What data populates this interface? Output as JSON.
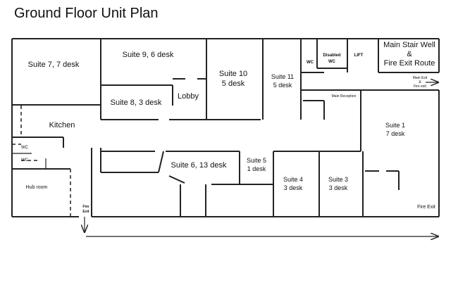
{
  "title": "Ground Floor Unit Plan",
  "rooms": {
    "suite7": [
      "Suite 7, 7 desk"
    ],
    "suite9": [
      "Suite 9, 6 desk"
    ],
    "suite10": [
      "Suite 10",
      "5 desk"
    ],
    "suite11": [
      "Suite 11",
      "5 desk"
    ],
    "wc_top": [
      "WC"
    ],
    "disabled_wc": [
      "Disabled",
      "WC"
    ],
    "lift": [
      "LIFT"
    ],
    "stair": [
      "Main Stair Well",
      "&",
      "Fire Exit Route"
    ],
    "main_exit": [
      "Main Exit",
      "&",
      "Fire exit"
    ],
    "suite8": [
      "Suite 8, 3 desk"
    ],
    "lobby": [
      "Lobby"
    ],
    "main_reception": [
      "Main Reception"
    ],
    "kitchen": [
      "Kitchen"
    ],
    "suite1": [
      "Suite 1",
      "7 desk"
    ],
    "wc_left_1": [
      "WC"
    ],
    "wc_left_2": [
      "WC"
    ],
    "suite6": [
      "Suite 6, 13 desk"
    ],
    "suite5": [
      "Suite 5",
      "1 desk"
    ],
    "suite4": [
      "Suite 4",
      "3 desk"
    ],
    "suite3": [
      "Suite 3",
      "3 desk"
    ],
    "hub_room": [
      "Hub room"
    ],
    "fire_exit_left": [
      "Fire",
      "Exit"
    ],
    "fire_exit_right": [
      "Fire Exit"
    ]
  }
}
